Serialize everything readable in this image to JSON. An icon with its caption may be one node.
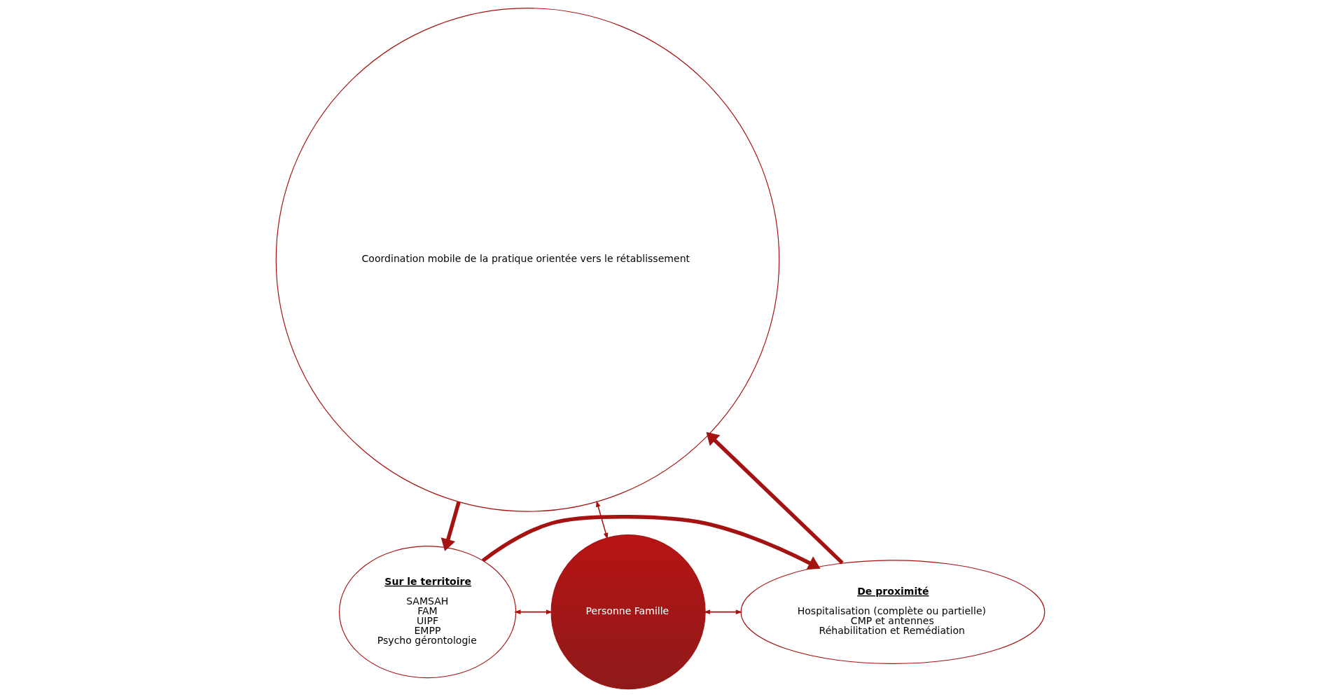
{
  "diagram": {
    "nodes": [
      {
        "text": [
          "Coordination mobile de la pratique orientée vers le rétablissement"
        ]
      },
      {
        "text": [
          "Sur le territoire",
          "SAMSAH",
          "FAM",
          "UIPF",
          "EMPP",
          "Psycho gérontologie"
        ]
      },
      {
        "text": [
          "Personne Famille"
        ]
      },
      {
        "text": [
          "De proximité",
          "Hospitalisation (complète ou partielle)",
          "CMP et antennes",
          "Réhabilitation et Remédiation"
        ]
      }
    ],
    "edges": [
      {
        "from": 0,
        "to": 1,
        "arrow": "to",
        "style": "thick"
      },
      {
        "from": 1,
        "to": 3,
        "arrow": "to",
        "style": "thick"
      },
      {
        "from": 3,
        "to": 0,
        "arrow": "to",
        "style": "thick"
      },
      {
        "from": 0,
        "to": 2,
        "arrow": "both"
      },
      {
        "from": 1,
        "to": 2,
        "arrow": "both"
      },
      {
        "from": 2,
        "to": 3,
        "arrow": "both"
      }
    ]
  }
}
